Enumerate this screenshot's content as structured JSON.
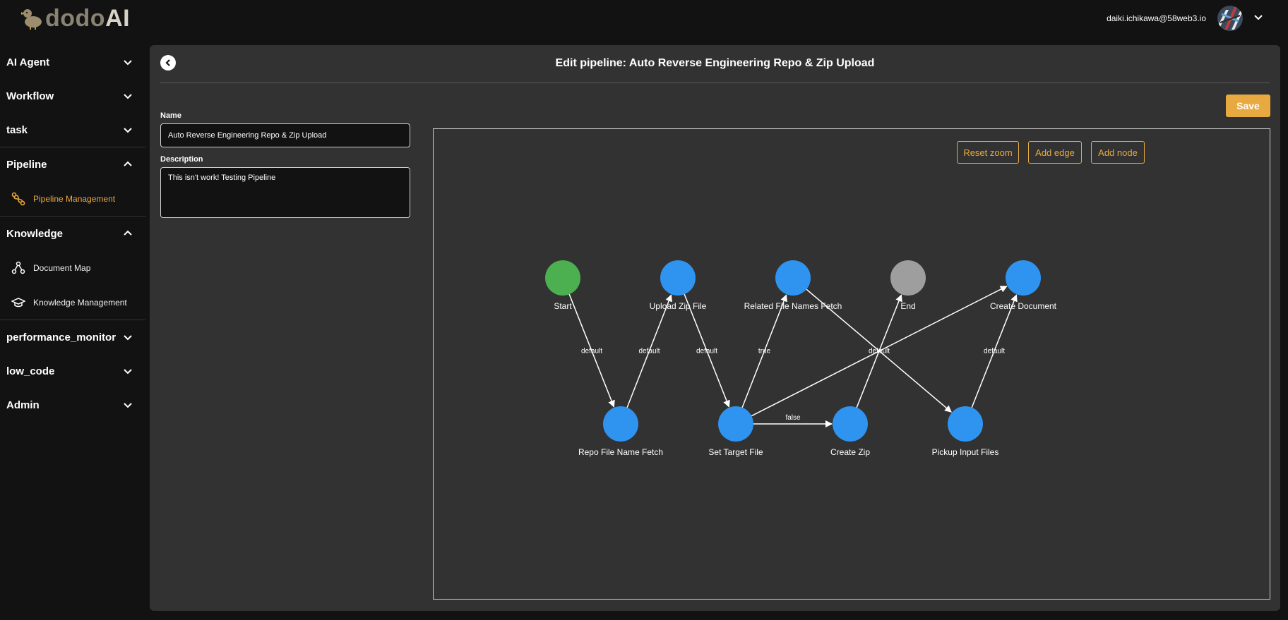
{
  "brand": {
    "logo_prefix": "dodo",
    "logo_suffix": "AI"
  },
  "user": {
    "email": "daiki.ichikawa@58web3.io"
  },
  "sidebar": {
    "menus": [
      {
        "label": "AI Agent"
      },
      {
        "label": "Workflow"
      },
      {
        "label": "task"
      },
      {
        "label": "Pipeline"
      },
      {
        "label": "Knowledge"
      },
      {
        "label": "performance_monitor"
      },
      {
        "label": "low_code"
      },
      {
        "label": "Admin"
      }
    ],
    "pipeline_items": [
      {
        "label": "Pipeline Management",
        "icon": "pipeline-route-icon"
      }
    ],
    "knowledge_items": [
      {
        "label": "Document Map",
        "icon": "graph-nodes-icon"
      },
      {
        "label": "Knowledge Management",
        "icon": "graduation-cap-icon"
      }
    ]
  },
  "header": {
    "title": "Edit pipeline: Auto Reverse Engineering Repo & Zip Upload"
  },
  "toolbar": {
    "save_label": "Save"
  },
  "form": {
    "name_label": "Name",
    "name_value": "Auto Reverse Engineering Repo & Zip Upload",
    "description_label": "Description",
    "description_value": "This isn't work! Testing Pipeline"
  },
  "canvas": {
    "buttons": {
      "reset_zoom": "Reset zoom",
      "add_edge": "Add edge",
      "add_node": "Add node"
    }
  },
  "colors": {
    "accent": "#e8a940",
    "node_default": "#2f93f0",
    "node_start": "#4caf50",
    "node_end": "#9e9e9e",
    "panel_bg": "#323232",
    "app_bg": "#121212"
  },
  "graph": {
    "nodes": [
      {
        "id": "start",
        "label": "Start",
        "kind": "start"
      },
      {
        "id": "repo",
        "label": "Repo File Name Fetch",
        "kind": "task"
      },
      {
        "id": "upload",
        "label": "Upload Zip File",
        "kind": "task"
      },
      {
        "id": "settarget",
        "label": "Set Target File",
        "kind": "task"
      },
      {
        "id": "related",
        "label": "Related File Names Fetch",
        "kind": "task"
      },
      {
        "id": "zip",
        "label": "Create Zip",
        "kind": "task"
      },
      {
        "id": "end",
        "label": "End",
        "kind": "end"
      },
      {
        "id": "pickup",
        "label": "Pickup Input Files",
        "kind": "task"
      },
      {
        "id": "doc",
        "label": "Create Document",
        "kind": "task"
      }
    ],
    "edges": [
      {
        "from": "start",
        "to": "repo",
        "label": "default"
      },
      {
        "from": "repo",
        "to": "upload",
        "label": "default"
      },
      {
        "from": "upload",
        "to": "settarget",
        "label": "default"
      },
      {
        "from": "settarget",
        "to": "related",
        "label": "true"
      },
      {
        "from": "settarget",
        "to": "zip",
        "label": "false"
      },
      {
        "from": "zip",
        "to": "end",
        "label": "default"
      },
      {
        "from": "related",
        "to": "pickup",
        "label": ""
      },
      {
        "from": "pickup",
        "to": "doc",
        "label": "default"
      },
      {
        "from": "settarget",
        "to": "doc",
        "label": ""
      }
    ]
  }
}
